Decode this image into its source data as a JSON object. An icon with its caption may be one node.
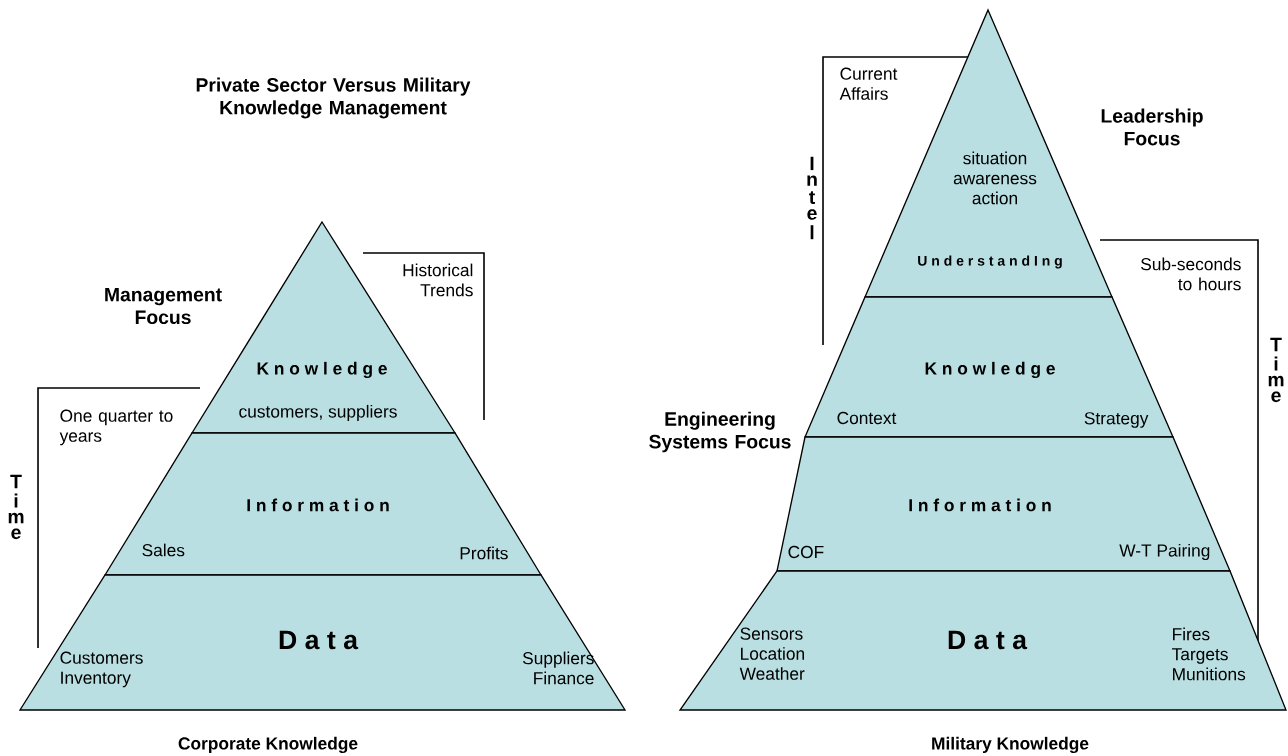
{
  "diagram": {
    "title": "Private Sector Versus Military Knowledge Management",
    "nodes": [
      {
        "text": [
          "K n o w l e d g e",
          "customers, suppliers"
        ]
      },
      {
        "text": [
          "I n f o r m a t i o n",
          "Sales",
          "Profits"
        ]
      },
      {
        "text": [
          "D a t a",
          "Customers Inventory",
          "Suppliers Finance"
        ]
      },
      {
        "text": [
          "situation awareness action",
          "U n d e r s t a n d I n g"
        ]
      },
      {
        "text": [
          "K n o w l e d g e",
          "Context",
          "Strategy"
        ]
      },
      {
        "text": [
          "I n f o r m a t i o n",
          "COF",
          "W-T Pairing"
        ]
      },
      {
        "text": [
          "Sensors Location Weather",
          "D a t a",
          "Fires Targets Munitions"
        ]
      }
    ],
    "labels": [
      "Management Focus",
      "Historical Trends",
      "One quarter to years",
      "Time",
      "Corporate Knowledge",
      "Current Affairs",
      "Intel",
      "Leadership Focus",
      "Sub-seconds to hours",
      "Engineering Systems Focus",
      "Time",
      "Military Knowledge"
    ]
  }
}
